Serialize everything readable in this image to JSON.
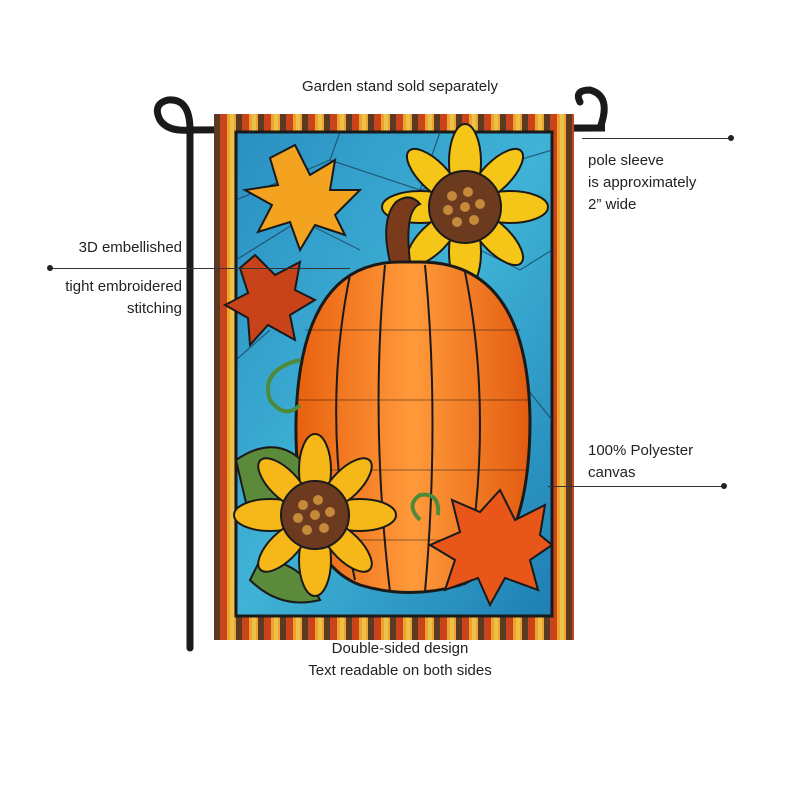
{
  "callouts": {
    "top": "Garden stand sold separately",
    "left_a": "3D embellished",
    "left_b": "tight embroidered\nstitching",
    "right_a": "pole sleeve\nis approximately\n2” wide",
    "right_b": "100% Polyester\ncanvas",
    "bottom": "Double-sided design\nText readable on both sides"
  },
  "colors": {
    "sky": "#2f9fc9",
    "pumpkin": "#f07a1a",
    "sunflower": "#f5c518",
    "leaf_orange": "#e8561a",
    "leaf_green": "#5a8a3a",
    "stand": "#1a1a1a"
  },
  "icons": [
    "pumpkin-icon",
    "sunflower-icon",
    "maple-leaf-icon",
    "garden-stand-icon"
  ]
}
